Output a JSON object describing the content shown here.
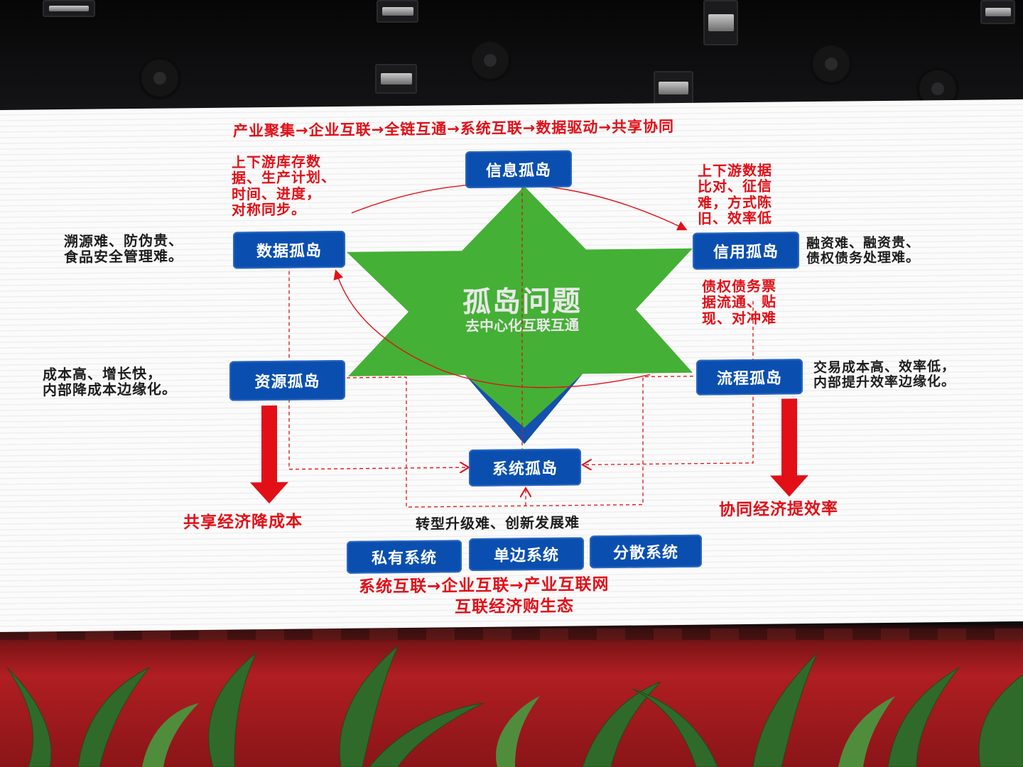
{
  "slide": {
    "top_flow": "产业聚集→企业互联→全链互通→系统互联→数据驱动→共享协同",
    "center_title": "孤岛问题",
    "center_subtitle": "去中心化互联互通",
    "islands": {
      "info": "信息孤岛",
      "data": "数据孤岛",
      "credit": "信用孤岛",
      "resource": "资源孤岛",
      "process": "流程孤岛",
      "system": "系统孤岛"
    },
    "red_notes": {
      "top_left": [
        "上下游库存数",
        "据、生产计划、",
        "时间、进度，",
        "对称同步。"
      ],
      "top_right": [
        "上下游数据",
        "比对、征信",
        "难，方式陈",
        "旧、效率低"
      ],
      "right_middle": [
        "债权债务票",
        "据流通、贴",
        "现、对冲难"
      ]
    },
    "dark_notes": {
      "data": [
        "溯源难、防伪贵、",
        "食品安全管理难。"
      ],
      "credit": [
        "融资难、融资贵、",
        "债权债务处理难。"
      ],
      "resource": [
        "成本高、增长快，",
        "内部降成本边缘化。"
      ],
      "process": [
        "交易成本高、效率低，",
        "内部提升效率边缘化。"
      ],
      "system": "转型升级难、创新发展难"
    },
    "outcomes": {
      "left": "共享经济降成本",
      "right": "协同经济提效率"
    },
    "system_buttons": [
      "私有系统",
      "单边系统",
      "分散系统"
    ],
    "bottom_flow": "系统互联→企业互联→产业互联网",
    "bottom_caption": "互联经济购生态"
  },
  "colors": {
    "accent_red": "#e20f17",
    "box_blue": "#0a4fb0",
    "star_green": "#44b035",
    "triangle_blue": "#1450ad"
  }
}
